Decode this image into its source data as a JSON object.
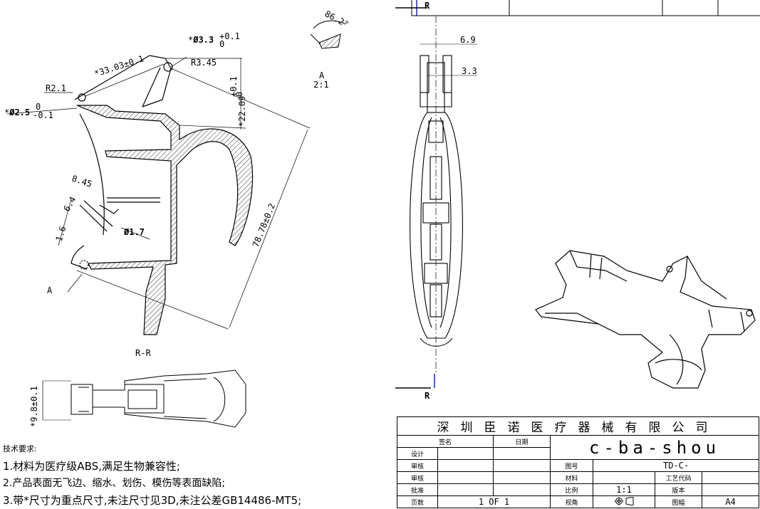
{
  "dims": {
    "d_hole_top": "Ø3.3",
    "d_hole_top_tol_upper": "+0.1",
    "d_hole_top_tol_lower": "0",
    "r_top": "R3.45",
    "len_arm": "33.03±0.1",
    "r_left": "R2.1",
    "d_left": "Ø2.5",
    "d_left_tol_upper": "0",
    "d_left_tol_lower": "-0.1",
    "h_right": "22.09",
    "h_right_tol_upper": "+0.1",
    "h_right_tol_lower": "0",
    "len_diag": "78.78±0.2",
    "d_8_45": "8.45",
    "d_6_4": "6.4",
    "d_1_6": "1.6",
    "d_hole_small": "Ø1.7",
    "angle": "86.2°",
    "width_bottom": "9.8±0.1",
    "w_6_9": "6.9",
    "w_3_3": "3.3",
    "star": "*"
  },
  "labels": {
    "detail_letter": "A",
    "detail_scale": "2:1",
    "section_view": "R-R",
    "section_mark_top": "R",
    "section_mark_bottom": "R",
    "detail_callout": "A"
  },
  "notes": {
    "title": "技术要求:",
    "items": [
      "1.材料为医疗级ABS,满足生物兼容性;",
      "2.产品表面无飞边、缩水、划伤、模伤等表面缺陷;",
      "3.带*尺寸为重点尺寸,未注尺寸见3D,未注公差GB14486-MT5;"
    ]
  },
  "title_block": {
    "company": "深圳臣诺医疗器械有限公司",
    "sign": "签名",
    "date": "日期",
    "product": "c-ba-shou",
    "rows": [
      "设计",
      "审核",
      "审核",
      "批准",
      "页数"
    ],
    "drawing_no_label": "图号",
    "drawing_no": "TD-C-",
    "material_label": "材料",
    "process_code_label": "工艺代码",
    "scale_label": "比例",
    "scale": "1:1",
    "version_label": "版本",
    "view_label": "视角",
    "paper_label": "图幅",
    "paper": "A4",
    "pages": "1 OF 1"
  },
  "colors": {
    "ink": "#000000",
    "section_line": "#1a1aff"
  }
}
